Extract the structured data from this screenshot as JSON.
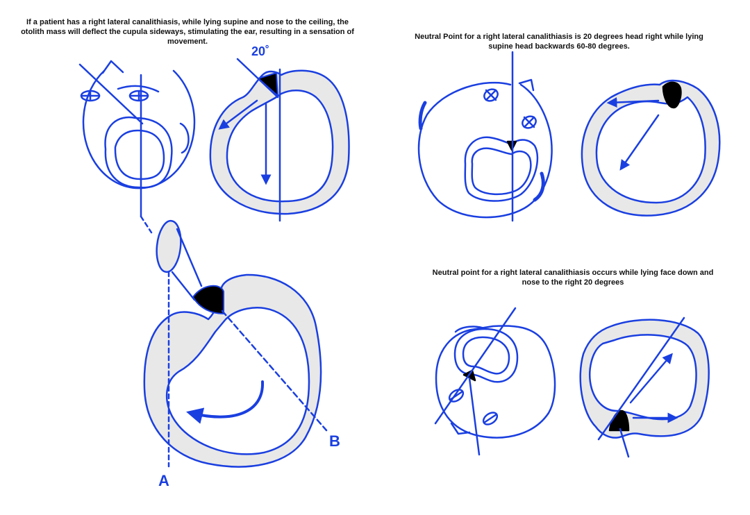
{
  "captions": {
    "top_left": "If a patient has a right lateral canalithiasis, while lying supine and nose to the ceiling, the otolith mass will deflect the cupula sideways, stimulating the ear, resulting in a sensation of movement.",
    "top_right": "Neutral Point for a right lateral canalithiasis is 20 degrees head right while lying supine head backwards 60-80 degrees.",
    "bottom_right": "Neutral point for a right lateral canalithiasis occurs while lying face down and nose to the right 20 degrees"
  },
  "labels": {
    "angle": "20˚",
    "line_a": "A",
    "line_b": "B"
  },
  "colors": {
    "stroke": "#1a3fe0",
    "fill": "#e8e8e8",
    "otolith": "#000000",
    "text": "#111111"
  }
}
